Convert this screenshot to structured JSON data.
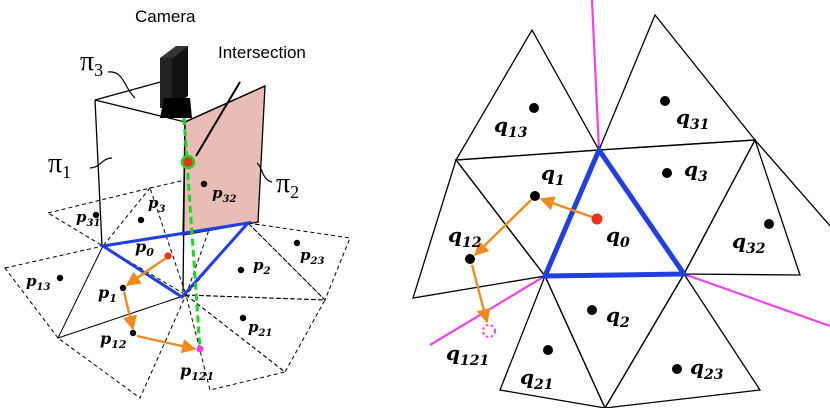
{
  "colors": {
    "accent_blue": "#1f3fe0",
    "path_orange": "#f08a1c",
    "ray_green": "#22d422",
    "boundary_magenta": "#f040f0",
    "shade_pink": "#e8bdb6",
    "dot_red": "#e8321c",
    "dot_black": "#000000"
  },
  "left": {
    "camera_label": "Camera",
    "intersection_label": "Intersection",
    "pi3": {
      "base": "π",
      "sub": "3"
    },
    "pi1": {
      "base": "π",
      "sub": "1"
    },
    "pi2": {
      "base": "π",
      "sub": "2"
    },
    "p31": {
      "base": "p",
      "sub": "31"
    },
    "p3": {
      "base": "p",
      "sub": "3"
    },
    "p32": {
      "base": "p",
      "sub": "32"
    },
    "p0": {
      "base": "p",
      "sub": "0"
    },
    "p2": {
      "base": "p",
      "sub": "2"
    },
    "p23": {
      "base": "p",
      "sub": "23"
    },
    "p13": {
      "base": "p",
      "sub": "13"
    },
    "p1": {
      "base": "p",
      "sub": "1"
    },
    "p21": {
      "base": "p",
      "sub": "21"
    },
    "p12": {
      "base": "p",
      "sub": "12"
    },
    "p121": {
      "base": "p",
      "sub": "121"
    }
  },
  "right": {
    "q13": {
      "base": "q",
      "sub": "13"
    },
    "q31": {
      "base": "q",
      "sub": "31"
    },
    "q1": {
      "base": "q",
      "sub": "1"
    },
    "q3": {
      "base": "q",
      "sub": "3"
    },
    "q12": {
      "base": "q",
      "sub": "12"
    },
    "q0": {
      "base": "q",
      "sub": "0"
    },
    "q32": {
      "base": "q",
      "sub": "32"
    },
    "q2": {
      "base": "q",
      "sub": "2"
    },
    "q121": {
      "base": "q",
      "sub": "121"
    },
    "q21": {
      "base": "q",
      "sub": "21"
    },
    "q23": {
      "base": "q",
      "sub": "23"
    }
  }
}
